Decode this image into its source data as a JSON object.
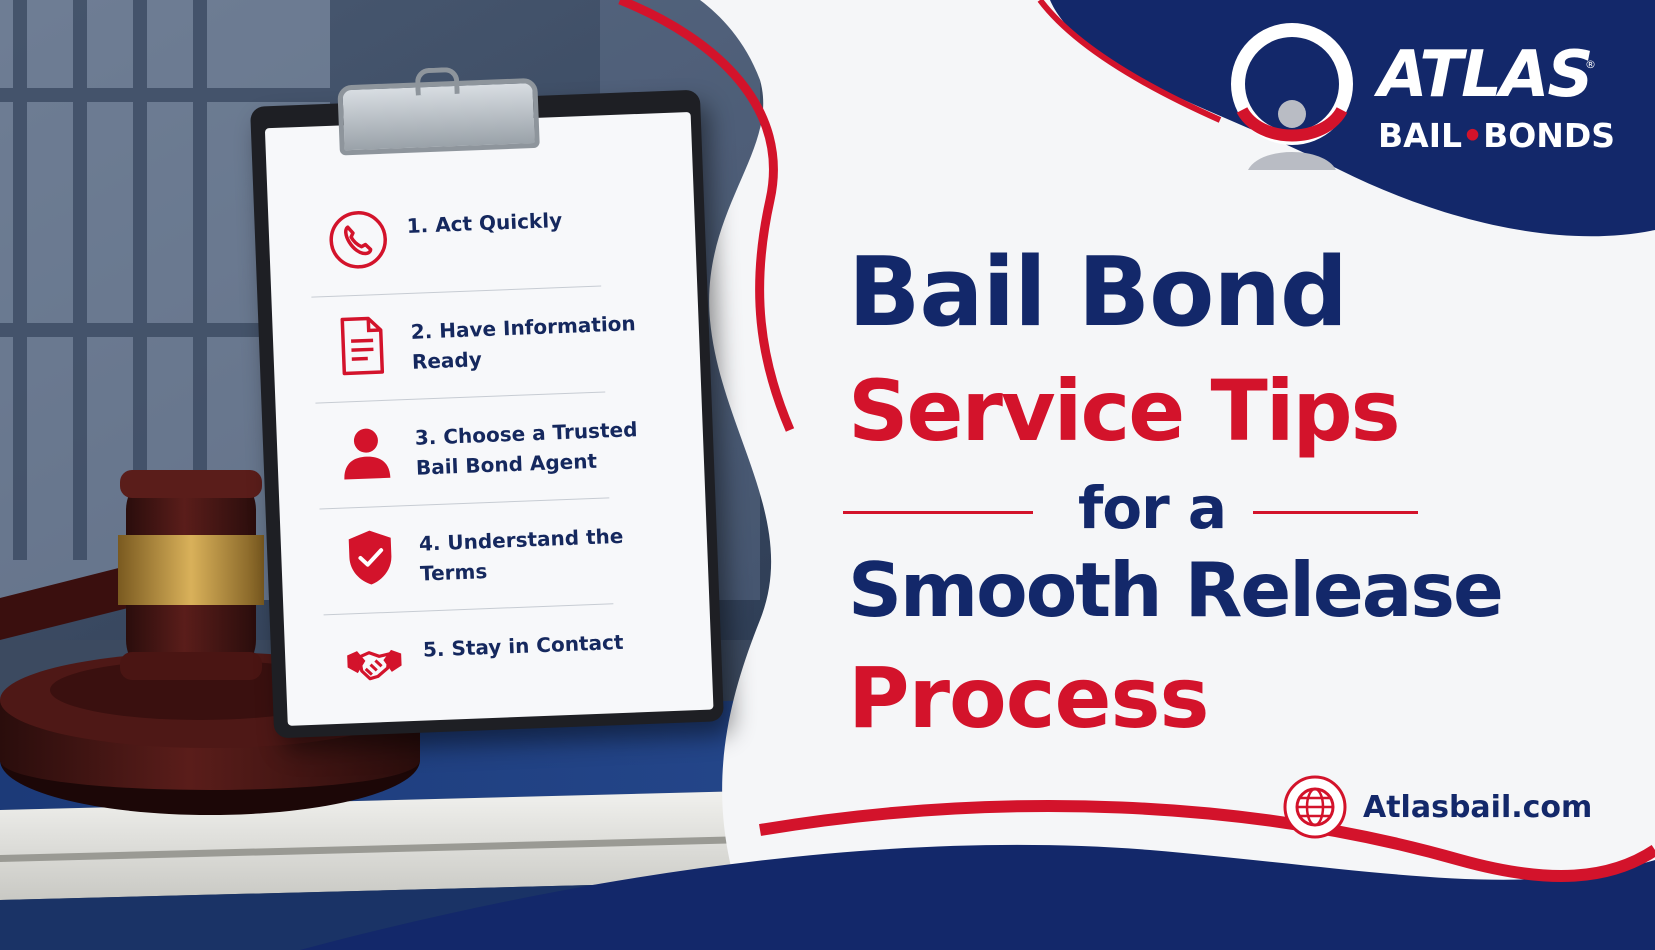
{
  "brand": {
    "name": "ATLAS",
    "registered": "®",
    "sub_left": "BAIL",
    "sub_dot": "•",
    "sub_right": "BONDS"
  },
  "headline": {
    "line1": "Bail Bond",
    "line2": "Service Tips",
    "line3": "for a",
    "line4": "Smooth Release",
    "line5": "Process"
  },
  "tips": [
    {
      "icon": "phone-icon",
      "text": "1. Act Quickly"
    },
    {
      "icon": "document-icon",
      "text": "2. Have Information Ready"
    },
    {
      "icon": "person-icon",
      "text": "3. Choose a Trusted Bail Bond Agent"
    },
    {
      "icon": "shield-check-icon",
      "text": "4. Understand the Terms"
    },
    {
      "icon": "handshake-icon",
      "text": "5. Stay in Contact"
    }
  ],
  "website": {
    "icon": "globe-icon",
    "text": "Atlasbail.com"
  },
  "colors": {
    "navy": "#13286a",
    "red": "#d3132b",
    "white": "#ffffff"
  }
}
